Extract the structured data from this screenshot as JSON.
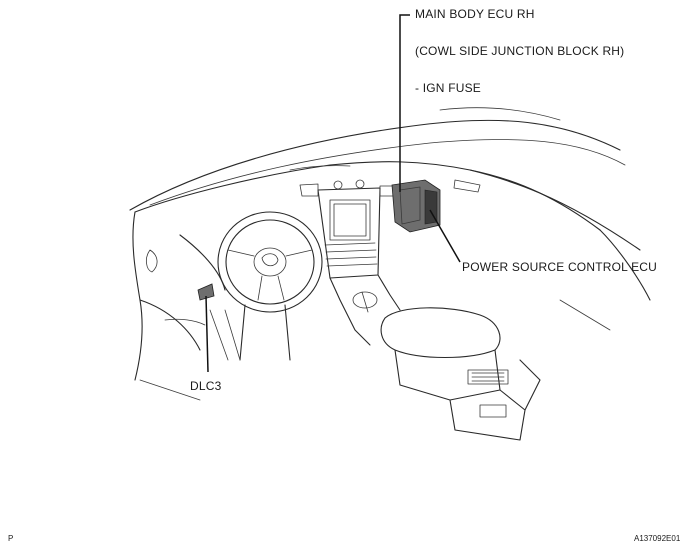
{
  "labels": {
    "main_body_ecu": "MAIN BODY ECU RH",
    "cowl_side_junction": "(COWL SIDE JUNCTION BLOCK RH)",
    "ign_fuse": "- IGN FUSE",
    "power_source_ecu": "POWER SOURCE CONTROL ECU",
    "dlc3": "DLC3",
    "corner_left": "P",
    "figure_code": "A137092E01"
  },
  "colors": {
    "line": "#2a2a2a",
    "part_fill": "#6e6e6e",
    "background": "#ffffff"
  }
}
